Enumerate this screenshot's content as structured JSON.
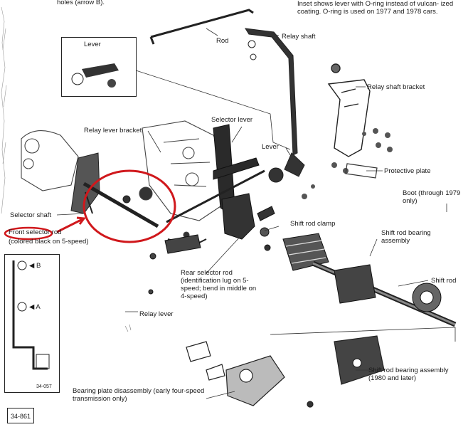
{
  "header": {
    "top_left_text": "holes (arrow B).",
    "top_right_text": "Inset shows lever with O-ring instead of vulcan- ized coating. O-ring is used on 1977 and 1978 cars."
  },
  "labels": {
    "rod": "Rod",
    "relay_shaft": "Relay shaft",
    "lever_inset": "Lever",
    "relay_shaft_bracket": "Relay shaft bracket",
    "selector_lever": "Selector lever",
    "relay_lever_bracket": "Relay lever bracket",
    "lever": "Lever",
    "protective_plate": "Protective plate",
    "boot": "Boot (through 1979 only)",
    "selector_shaft": "Selector shaft",
    "front_selector_rod": "Front selector rod",
    "front_selector_rod_note": "(colored black on 5-speed)",
    "shift_rod_clamp": "Shift rod clamp",
    "shift_rod_bearing_assembly": "Shift rod bearing assembly",
    "shift_rod": "Shift rod",
    "rear_selector_rod": "Rear selector rod (identification lug on 5-speed; bend in middle on 4-speed)",
    "relay_lever": "Relay lever",
    "shift_rod_bearing_assembly_later": "Shift rod bearing assembly (1980 and later)",
    "bearing_plate_disassembly": "Bearing plate disassembly (early four-speed transmission only)",
    "arrow_b": "B",
    "arrow_a": "A",
    "figure_number": "34-861",
    "inset_code": "34-057"
  },
  "colors": {
    "highlight_red": "#d0181c",
    "ink": "#1a1a1a"
  }
}
